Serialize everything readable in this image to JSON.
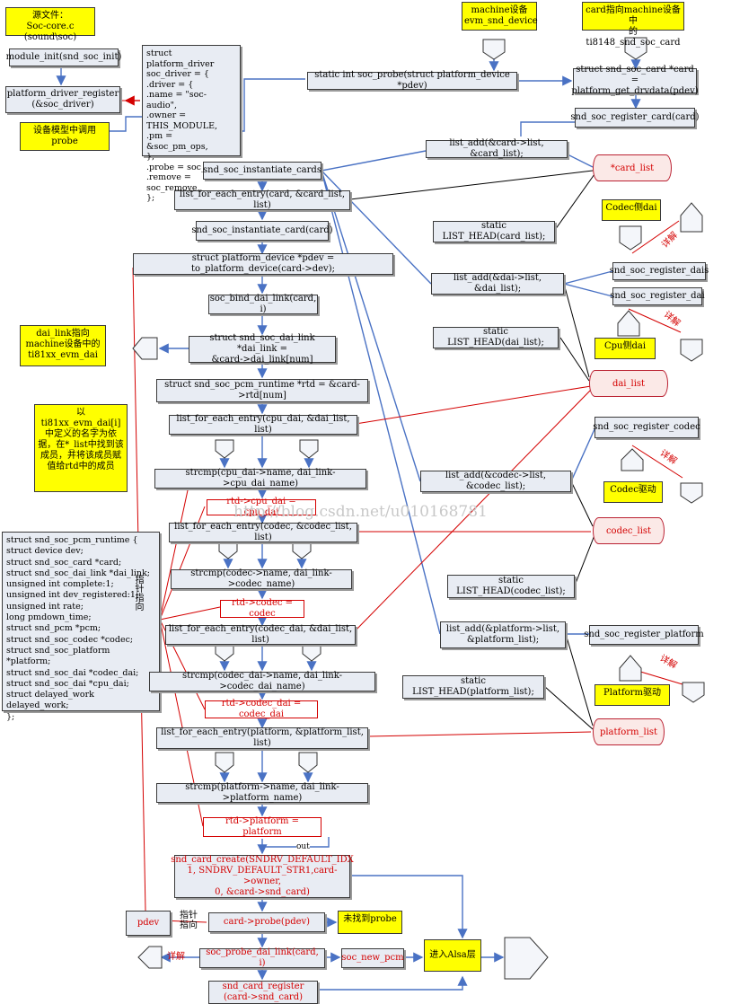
{
  "source_note": "源文件：\nSoc-core.c (sound\\soc)",
  "module_init": "module_init(snd_soc_init)",
  "platform_driver_register": "platform_driver_register\n(&soc_driver)",
  "device_model_note": "设备模型中调用\nprobe",
  "soc_driver_struct": "struct platform_driver soc_driver = {\n .driver = {\n   .name = \"soc-audio\",\n   .owner = THIS_MODULE,\n   .pm = &soc_pm_ops,\n },\n .probe = soc_probe,\n .remove = soc_remove,\n};",
  "soc_probe": "static int soc_probe(struct platform_device *pdev)",
  "machine_note": "machine设备\nevm_snd_device",
  "card_note": "card指向machine设备中\n的ti8148_snd_soc_card",
  "card_get": "struct snd_soc_card *card =\nplatform_get_drvdata(pdev)",
  "register_card": "snd_soc_register_card(card)",
  "instantiate_cards": "snd_soc_instantiate_cards",
  "list_add_card": "list_add(&card->list, &card_list);",
  "card_list_cyl": "*card_list",
  "foreach_card": "list_for_each_entry(card, &card_list, list)",
  "instantiate_card": "snd_soc_instantiate_card(card)",
  "to_platform_device": "struct platform_device *pdev = to_platform_device(card->dev);",
  "bind_dai_link": "soc_bind_dai_link(card, i)",
  "dai_link_assign": "struct snd_soc_dai_link *dai_link =\n&card->dai_link[num]",
  "dai_link_note": "dai_link指向\nmachine设备中的\nti81xx_evm_dai",
  "rtd_assign": "struct snd_soc_pcm_runtime *rtd = &card->rtd[num]",
  "rtd_note": "以ti81xx_evm_dai[i]\n中定义的名字为依\n据，在*_list中找到该\n成员，并将该成员赋\n值给rtd中的成员",
  "foreach_cpu": "list_for_each_entry(cpu_dai, &dai_list, list)",
  "strcmp_cpu": "strcmp(cpu_dai->name, dai_link->cpu_dai_name)",
  "rtd_cpu": "rtd->cpu_dai = cpu_dai",
  "foreach_codec": "list_for_each_entry(codec, &codec_list, list)",
  "strcmp_codec": "strcmp(codec->name, dai_link->codec_name)",
  "rtd_codec": "rtd->codec = codec",
  "foreach_codec_dai": "list_for_each_entry(codec_dai, &dai_list, list)",
  "strcmp_codec_dai": "strcmp(codec_dai->name, dai_link->codec_dai_name)",
  "rtd_codec_dai": "rtd->codec_dai = codec_dai",
  "foreach_platform": "list_for_each_entry(platform, &platform_list, list)",
  "strcmp_platform": "strcmp(platform->name, dai_link->platform_name)",
  "rtd_platform": "rtd->platform = platform",
  "out_label": "out",
  "snd_card_create": "snd_card_create(SNDRV_DEFAULT_IDX\n1, SNDRV_DEFAULT_STR1,card->owner,\n0, &card->snd_card)",
  "pdev_box": "pdev",
  "pointer_label": "指针\n指向",
  "card_probe": "card->probe(pdev)",
  "probe_not_found": "未找到probe",
  "probe_dai_link": "soc_probe_dai_link(card, i)",
  "detail_label": "详解",
  "new_pcm": "soc_new_pcm",
  "alsa_layer": "进入Alsa层",
  "snd_card_register": "snd_card_register\n(card->snd_card)",
  "runtime_struct": "struct snd_soc_pcm_runtime  {\n  struct device dev;\n  struct snd_soc_card *card;\n  struct snd_soc_dai_link *dai_link;\n  unsigned int complete:1;\n  unsigned int dev_registered:1;\n  unsigned int rate;\n  long pmdown_time;\n  struct snd_pcm *pcm;\n  struct snd_soc_codec *codec;\n  struct snd_soc_platform *platform;\n  struct snd_soc_dai *codec_dai;\n  struct snd_soc_dai *cpu_dai;\n  struct delayed_work delayed_work;\n};",
  "pointer_vertical": "指针指向",
  "list_head_card": "static LIST_HEAD(card_list);",
  "list_add_dai": "list_add(&dai->list, &dai_list);",
  "list_head_dai": "static LIST_HEAD(dai_list);",
  "dai_list_cyl": "dai_list",
  "codec_dai_note": "Codec侧dai",
  "register_dais": "snd_soc_register_dais",
  "register_dai": "snd_soc_register_dai",
  "cpu_dai_note": "Cpu侧dai",
  "list_add_codec": "list_add(&codec->list, &codec_list);",
  "register_codec": "snd_soc_register_codec",
  "codec_driver_note": "Codec驱动",
  "codec_list_cyl": "codec_list",
  "list_head_codec": "static LIST_HEAD(codec_list);",
  "list_add_platform": "list_add(&platform->list,\n&platform_list);",
  "register_platform": "snd_soc_register_platform",
  "list_head_platform": "static LIST_HEAD(platform_list);",
  "platform_driver_note": "Platform驱动",
  "platform_list_cyl": "platform_list",
  "watermark": "http://blog.csdn.net/u010168781",
  "colors": {
    "box_fill": "#e8ecf3",
    "accent_red": "#d40000",
    "flow_blue": "#4a72c4",
    "note_yellow": "#ffff00",
    "list_fill": "#fbe9e7"
  }
}
